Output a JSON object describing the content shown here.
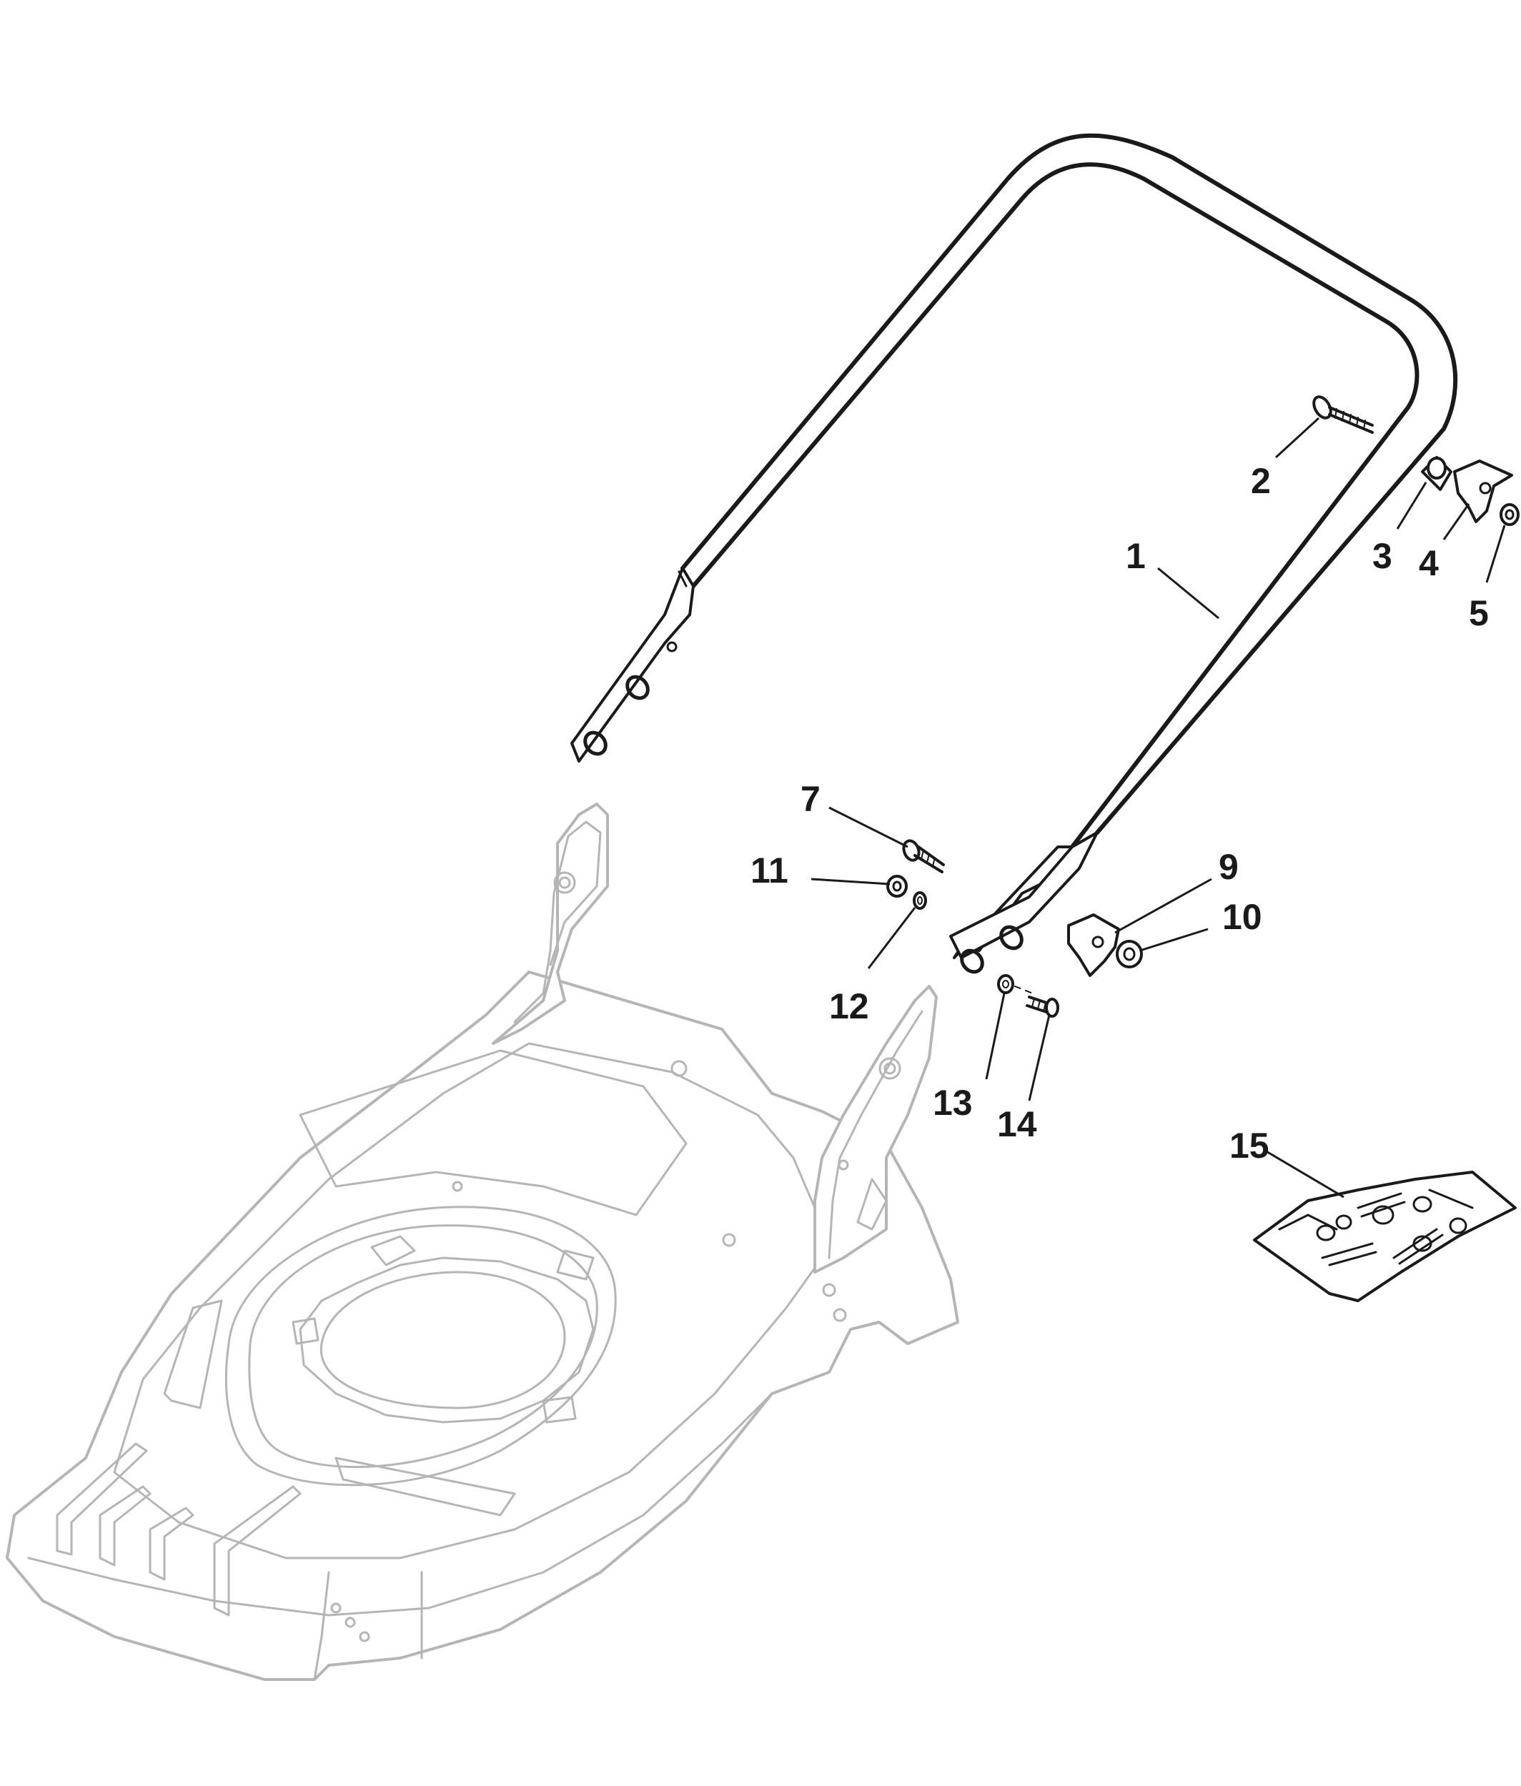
{
  "diagram": {
    "type": "exploded-parts-diagram",
    "colors": {
      "ink": "#1a1a1a",
      "ghost": "#b5b5b5",
      "background": "#ffffff"
    },
    "callouts": [
      {
        "id": "1",
        "label": "1"
      },
      {
        "id": "2",
        "label": "2"
      },
      {
        "id": "3",
        "label": "3"
      },
      {
        "id": "4",
        "label": "4"
      },
      {
        "id": "5",
        "label": "5"
      },
      {
        "id": "7",
        "label": "7"
      },
      {
        "id": "9",
        "label": "9"
      },
      {
        "id": "10",
        "label": "10"
      },
      {
        "id": "11",
        "label": "11"
      },
      {
        "id": "12",
        "label": "12"
      },
      {
        "id": "13",
        "label": "13"
      },
      {
        "id": "14",
        "label": "14"
      },
      {
        "id": "15",
        "label": "15"
      }
    ]
  }
}
